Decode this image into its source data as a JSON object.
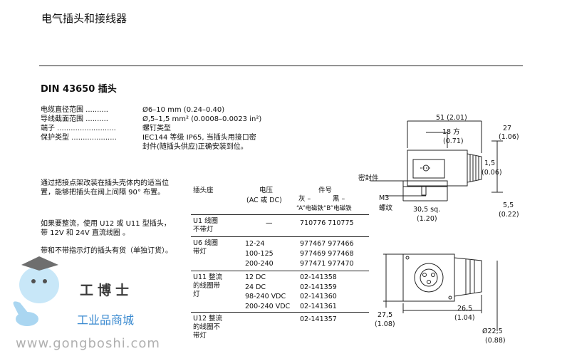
{
  "title": "电气插头和接线器",
  "subtitle": "DIN  43650  插头",
  "specs": [
    {
      "label": "电缆直径范围 ..........",
      "value": "Ø6–10 mm  (0.24–0.40)"
    },
    {
      "label": "导线截面范围 ..........",
      "value": "Ø,5–1,5 mm² (0.0008–0.0023 in²)"
    },
    {
      "label": "端子 ..........................",
      "value": "螺钉类型"
    },
    {
      "label": "保护类型 ....................",
      "value": "IEC144 等级 IP65, 当插头用接口密"
    },
    {
      "label": "",
      "value": "封件(随插头供应)正确安装到位。"
    }
  ],
  "paragraphs": [
    "通过把接点架改装在插头壳体内的适当位置，能够把插头在阀上间隔 90° 布置。",
    "如果要整流，使用 U12 或 U11 型插头，带 12V 和 24V 直流线圈 。",
    "带和不带指示灯的插头有货（单独订货）。"
  ],
  "table": {
    "headers": {
      "col1": "插头座",
      "col2": "电压",
      "col2b": "(AC 或 DC)",
      "col3": "件号",
      "col3a": "灰 –",
      "col3b": "黑 –",
      "col3c": "“A”电磁铁“B”电磁铁"
    },
    "rows": [
      {
        "type": "U1 线圈\n不带灯",
        "volt": [
          "—"
        ],
        "part": [
          "710776 710775"
        ]
      },
      {
        "type": "U6 线圈\n带灯",
        "volt": [
          "12-24",
          "100-125",
          "200-240"
        ],
        "part": [
          "977467 977466",
          "977469 977468",
          "977471 977470"
        ]
      },
      {
        "type": "U11 整流\n的线圈带\n灯",
        "volt": [
          "12 DC",
          "24 DC",
          "98-240 VDC",
          "200-240 VDC"
        ],
        "part": [
          "02-141358",
          "02-141359",
          "02-141360",
          "02-141361"
        ]
      },
      {
        "type": "U12 整流\n的线圈不\n带灯",
        "volt": [],
        "part": [
          "02-141357"
        ]
      }
    ]
  },
  "drawing": {
    "dims": {
      "width_top": "51 (2.01)",
      "d18": "18 方",
      "d18in": "(0.71)",
      "h27": "27",
      "h27in": "(1.06)",
      "h15": "1,5",
      "h15in": "(0.06)",
      "seal": "密封件",
      "m3": "M3",
      "thread": "螺纹",
      "sq": "30,5 sq.",
      "sqin": "(1.20)",
      "h55": "5,5",
      "h55in": "(0.22)",
      "b275": "27,5",
      "b275in": "(1.08)",
      "b265": "26,5",
      "b265in": "(1.04)",
      "dia": "Ø22,5",
      "diain": "(0.88)"
    }
  },
  "watermark": {
    "brand": "工博士",
    "mall": "工业品商城",
    "url": "www.gongboshi.com"
  }
}
